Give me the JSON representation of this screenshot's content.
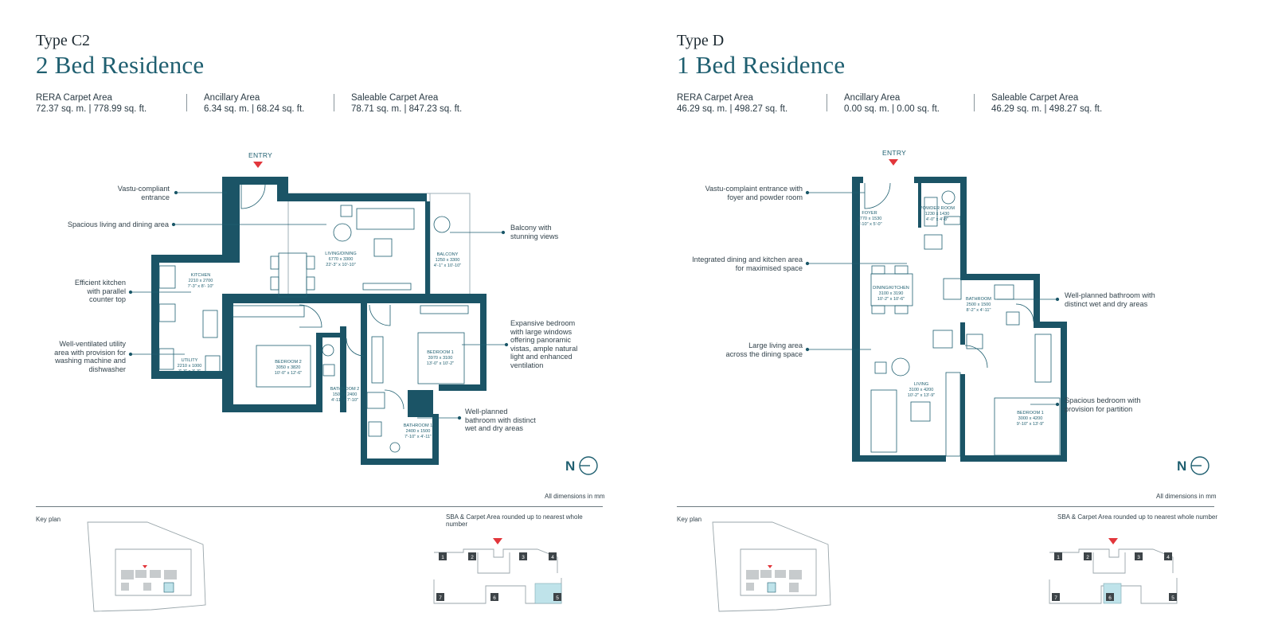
{
  "left": {
    "type": "Type C2",
    "title": "2 Bed Residence",
    "areas": [
      {
        "label": "RERA Carpet Area",
        "value": "72.37 sq. m. | 778.99 sq. ft."
      },
      {
        "label": "Ancillary Area",
        "value": "6.34 sq. m. | 68.24 sq. ft."
      },
      {
        "label": "Saleable Carpet Area",
        "value": "78.71 sq. m. | 847.23 sq. ft."
      }
    ],
    "entry": "ENTRY",
    "callouts": {
      "entrance": "Vastu-compliant\nentrance",
      "living": "Spacious living and dining area",
      "kitchen": "Efficient kitchen\nwith parallel\ncounter top",
      "utility": "Well-ventilated utility\narea with provision for\nwashing machine and\ndishwasher",
      "balcony": "Balcony with\nstunning views",
      "bedroom": "Expansive bedroom\nwith large windows\noffering panoramic\nvistas, ample natural\nlight and enhanced\nventilation",
      "bathroom": "Well-planned\nbathroom with distinct\nwet and dry areas"
    },
    "rooms": {
      "living": {
        "name": "LIVING/DINING",
        "mm": "6770 x 3300",
        "ft": "22'-3\" x 10'-10\""
      },
      "balcony": {
        "name": "BALCONY",
        "mm": "1250 x 3300",
        "ft": "4'-1\" x 10'-10\""
      },
      "kitchen": {
        "name": "KITCHEN",
        "mm": "2210 x 2700",
        "ft": "7'-3\" x 8'- 10\""
      },
      "utility": {
        "name": "UTILITY",
        "mm": "2210 x 1000",
        "ft": "7'-3\" x 3'-3\""
      },
      "bedroom2": {
        "name": "BEDROOM 2",
        "mm": "3050 x 3820",
        "ft": "10'-0\" x 12'-6\""
      },
      "bathroom2": {
        "name": "BATHROOM 2",
        "mm": "1500 x 2400",
        "ft": "4'-11\" x 7'-10\""
      },
      "bedroom1": {
        "name": "BEDROOM 1",
        "mm": "3970 x 3100",
        "ft": "13'-0\" x 10'-2\""
      },
      "bathroom1": {
        "name": "BATHROOM 1",
        "mm": "2400 x 1500",
        "ft": "7'-10\" x 4'-11\""
      }
    },
    "dims_note": "All dimensions in mm",
    "key_plan": "Key plan",
    "sba_note": "SBA & Carpet Area rounded up to nearest whole number",
    "north": "N",
    "unit_numbers": [
      "1",
      "2",
      "3",
      "4",
      "5",
      "6",
      "7"
    ],
    "highlighted_unit": "5"
  },
  "right": {
    "type": "Type D",
    "title": "1 Bed Residence",
    "areas": [
      {
        "label": "RERA Carpet Area",
        "value": "46.29 sq. m. | 498.27 sq. ft."
      },
      {
        "label": "Ancillary Area",
        "value": "0.00 sq. m. | 0.00 sq. ft."
      },
      {
        "label": "Saleable Carpet Area",
        "value": "46.29 sq. m. | 498.27 sq. ft."
      }
    ],
    "entry": "ENTRY",
    "callouts": {
      "entrance": "Vastu-complaint entrance with\nfoyer and powder room",
      "dining": "Integrated dining and kitchen area\nfor maximised space",
      "living": "Large living area\nacross the dining space",
      "bathroom": "Well-planned bathroom with\ndistinct wet and dry areas",
      "bedroom": "Spacious bedroom with\nprovision for partition"
    },
    "rooms": {
      "foyer": {
        "name": "FOYER",
        "mm": "1770 x 1530",
        "ft": "5'-10\" x 5'-0\""
      },
      "powder": {
        "name": "POWDER ROOM",
        "mm": "1230 x 1430",
        "ft": "4'-0\" x 4'-8\""
      },
      "dining": {
        "name": "DINING/KITCHEN",
        "mm": "3100 x 3190",
        "ft": "10'-2\" x 10'-6\""
      },
      "bathroom": {
        "name": "BATHROOM",
        "mm": "2500 x 1500",
        "ft": "8'-2\" x 4'-11\""
      },
      "living": {
        "name": "LIVING",
        "mm": "3100 x 4200",
        "ft": "10'-2\" x 13'-9\""
      },
      "bedroom1": {
        "name": "BEDROOM 1",
        "mm": "3000 x 4200",
        "ft": "9'-10\" x 13'-9\""
      }
    },
    "dims_note": "All dimensions in mm",
    "key_plan": "Key plan",
    "sba_note": "SBA & Carpet Area rounded up to nearest whole number",
    "north": "N",
    "unit_numbers": [
      "1",
      "2",
      "3",
      "4",
      "5",
      "6",
      "7"
    ],
    "highlighted_unit": "6"
  },
  "colors": {
    "wall": "#1b5466",
    "accent": "#1f5f70",
    "entry_arrow": "#e2363b",
    "highlight": "#bfe3ea",
    "block": "#c7cbcd"
  }
}
